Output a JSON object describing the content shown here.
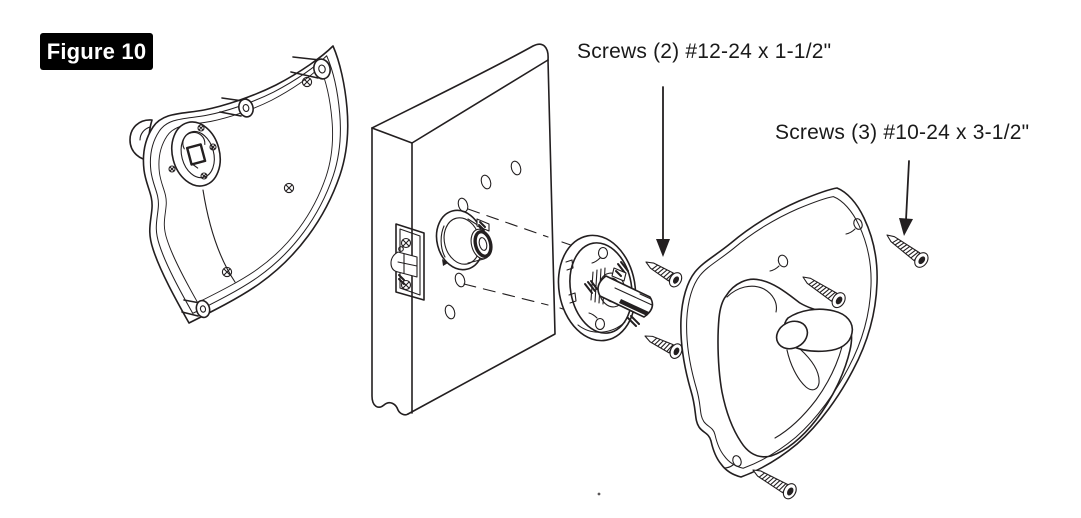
{
  "figure": {
    "badge_label": "Figure 10",
    "badge_bg": "#000000",
    "badge_text_color": "#ffffff"
  },
  "callouts": {
    "screws_two": "Screws (2) #12-24 x 1-1/2\"",
    "screws_three": "Screws (3) #10-24 x 3-1/2\""
  },
  "artwork": {
    "line_color": "#231f20",
    "background": "#ffffff",
    "parts": [
      {
        "name": "inside-escutcheon-with-turn-knob"
      },
      {
        "name": "door-section-with-latch-and-lock-chassis"
      },
      {
        "name": "mounting-plate-with-spindle"
      },
      {
        "name": "outside-escutcheon-with-paddle-handle"
      },
      {
        "name": "mounting-screws"
      }
    ]
  }
}
